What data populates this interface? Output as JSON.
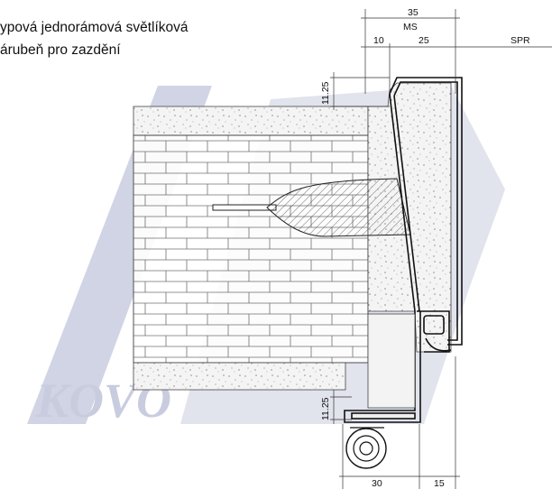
{
  "title": {
    "line1": "ypová jednorámová světlíková",
    "line2": "árubeň pro zazdění"
  },
  "watermark": "KOVO",
  "dimensions": {
    "top_total": "35",
    "top_ms": "MS",
    "top_left": "10",
    "top_right": "25",
    "spr": "SPR",
    "left_upper": "11.25",
    "left_lower": "11.25",
    "bottom_left": "30",
    "bottom_right": "15"
  },
  "colors": {
    "watermark": "#c9ccdf",
    "line": "#111111",
    "brick": "#ffffff",
    "plaster": "#f3f3f3"
  }
}
